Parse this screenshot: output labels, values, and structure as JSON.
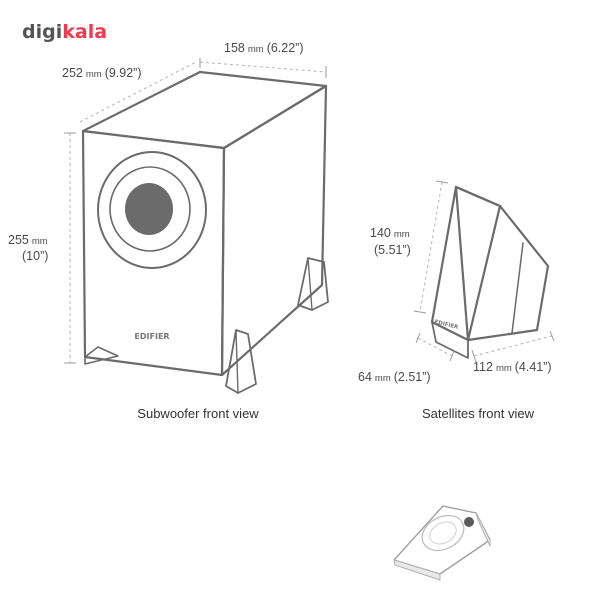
{
  "logo": {
    "part1": "digi",
    "part2": "kala",
    "color1": "#555555",
    "color2": "#ef394e"
  },
  "subwoofer": {
    "depth_value": "252",
    "depth_unit": "mm",
    "depth_imperial": "(9.92”)",
    "width_value": "158",
    "width_unit": "mm",
    "width_imperial": "(6.22”)",
    "height_value": "255",
    "height_unit": "mm",
    "height_imperial": "(10”)",
    "brand": "EDIFIER",
    "caption": "Subwoofer front view"
  },
  "satellite": {
    "height_value": "140",
    "height_unit": "mm",
    "height_imperial": "(5.51”)",
    "width_value": "64",
    "width_unit": "mm",
    "width_imperial": "(2.51”)",
    "depth_value": "112",
    "depth_unit": "mm",
    "depth_imperial": "(4.41”)",
    "brand": "EDIFIER",
    "caption": "Satellites front view"
  }
}
